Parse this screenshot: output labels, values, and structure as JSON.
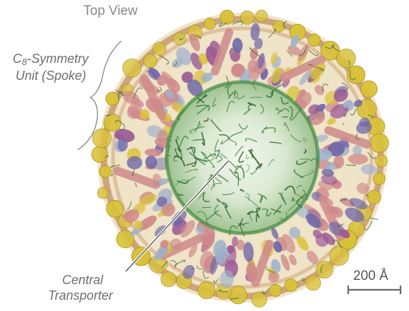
{
  "title": "Top View",
  "spoke_label": {
    "symbol": "C",
    "subscript": "8",
    "line1_rest": "-Symmetry",
    "line2": "Unit (Spoke)"
  },
  "central_label": {
    "line1": "Central",
    "line2": "Transporter"
  },
  "scale_bar": {
    "label": "200 Å"
  },
  "palette": {
    "outer_ring": "#d9c23a",
    "ring_band": "#c79a70",
    "pink": "#cf8a8a",
    "magenta": "#9c5a95",
    "purple": "#6f67a8",
    "lightblue": "#9fb2cc",
    "green": "#3f8a3f",
    "dark_green": "#245e24"
  }
}
